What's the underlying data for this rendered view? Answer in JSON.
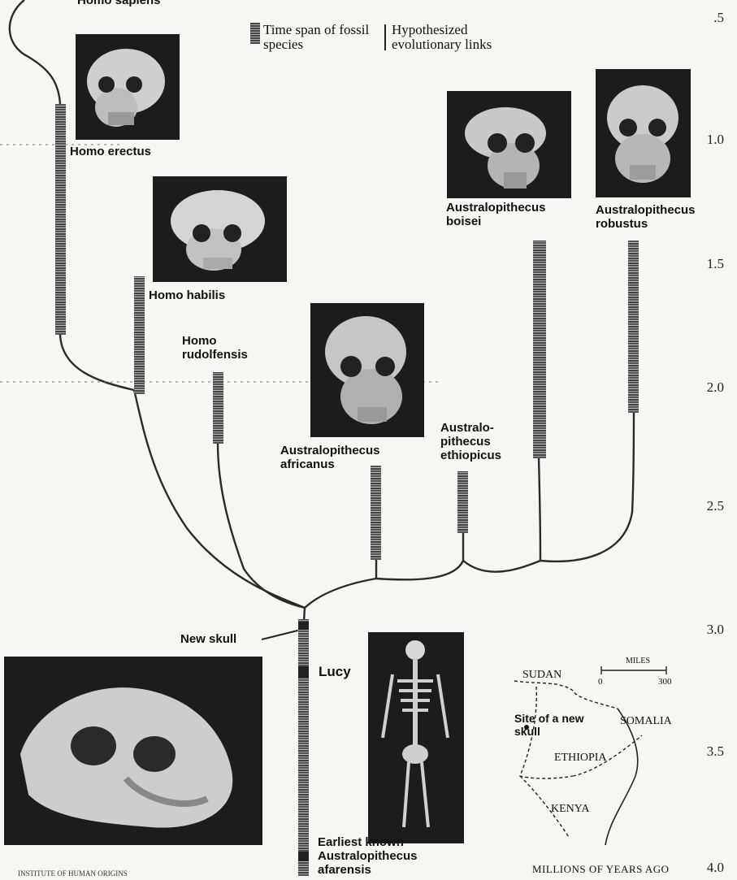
{
  "header": {
    "top_cut_text": "Homo sapiens"
  },
  "legend": {
    "time_span_label": "Time span of fossil species",
    "links_label": "Hypothesized evolutionary links"
  },
  "axis": {
    "ticks": [
      ".5",
      "1.0",
      "1.5",
      "2.0",
      "2.5",
      "3.0",
      "3.5",
      "4.0"
    ],
    "caption": "MILLIONS OF YEARS AGO"
  },
  "species": {
    "homo_erectus": "Homo erectus",
    "homo_habilis": "Homo habilis",
    "homo_rudolfensis": "Homo rudolfensis",
    "au_boisei": "Australopithecus boisei",
    "au_robustus": "Australopithecus robustus",
    "au_africanus": "Australopithecus africanus",
    "au_ethiopicus": "Australo- pithecus ethiopicus",
    "au_afarensis": "Earliest known Australopithecus afarensis"
  },
  "markers": {
    "new_skull": "New skull",
    "lucy": "Lucy"
  },
  "map": {
    "sudan": "SUDAN",
    "somalia": "SOMALIA",
    "ethiopia": "ETHIOPIA",
    "kenya": "KENYA",
    "site": "Site of a new skull",
    "scale_unit": "MILES",
    "scale_zero": "0",
    "scale_max": "300"
  },
  "credit": "INSTITUTE OF HUMAN ORIGINS"
}
